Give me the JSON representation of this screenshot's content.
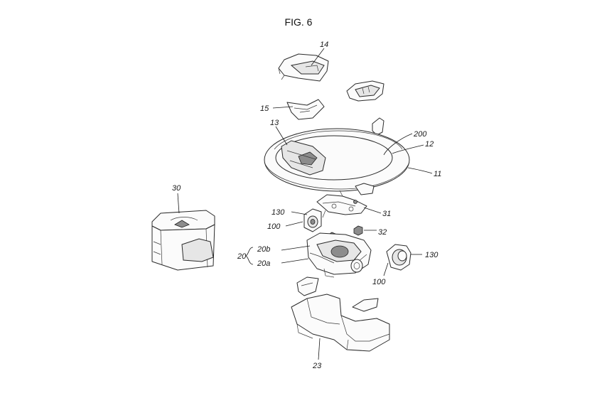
{
  "figure": {
    "title": "FIG. 6",
    "labels": {
      "r14": "14",
      "r15": "15",
      "r13": "13",
      "r200": "200",
      "r12": "12",
      "r11": "11",
      "r30": "30",
      "r130_top": "130",
      "r31": "31",
      "r100_left": "100",
      "r32": "32",
      "r20": "20",
      "r20b": "20b",
      "r20a": "20a",
      "r130_right": "130",
      "r100_right": "100",
      "r23": "23"
    }
  }
}
